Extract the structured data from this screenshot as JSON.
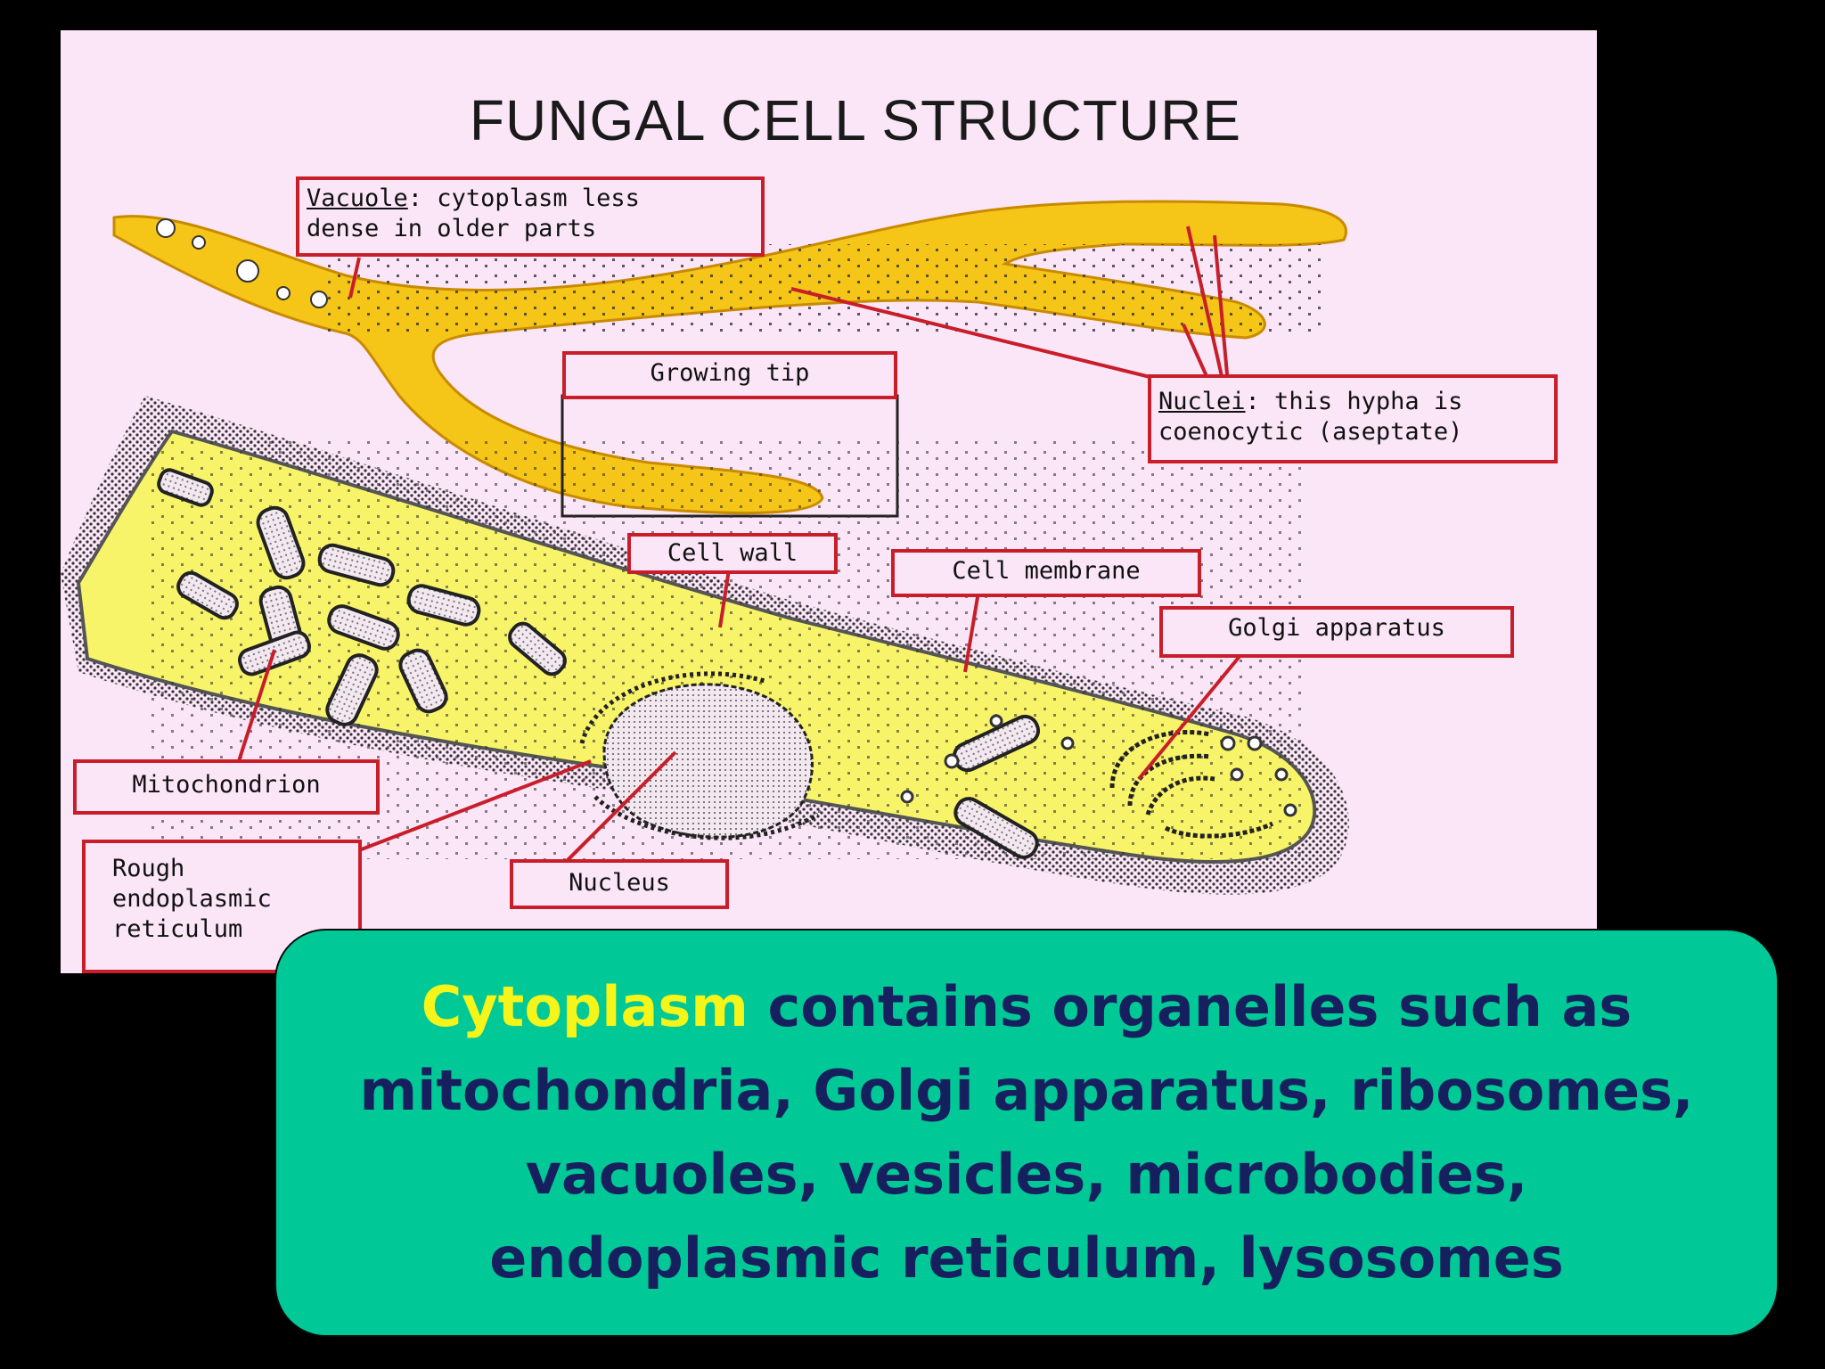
{
  "diagram": {
    "title": "FUNGAL CELL STRUCTURE",
    "labels": {
      "vacuole_term": "Vacuole",
      "vacuole_desc_1": ": cytoplasm less",
      "vacuole_desc_2": "dense in older parts",
      "growing_tip": "Growing tip",
      "nuclei_term": "Nuclei",
      "nuclei_desc_1": ": this hypha is",
      "nuclei_desc_2": "coenocytic (aseptate)",
      "cell_wall": "Cell wall",
      "cell_membrane": "Cell membrane",
      "golgi": "Golgi apparatus",
      "mitochondrion": "Mitochondrion",
      "rer_1": "Rough",
      "rer_2": "endoplasmic",
      "rer_3": "reticulum",
      "nucleus": "Nucleus"
    }
  },
  "callout": {
    "highlight": "Cytoplasm",
    "text": " contains organelles such as mitochondria, Golgi apparatus, ribosomes, vacuoles, vesicles, microbodies, endoplasmic reticulum, lysosomes"
  },
  "colors": {
    "background": "#000000",
    "diagram_bg": "#fbe6f8",
    "hypha_fill": "#f5c518",
    "cell_fill": "#f8f46a",
    "label_border": "#c81e2a",
    "callout_bg": "#00c896",
    "callout_text": "#16205e",
    "highlight_text": "#f5f51a"
  }
}
